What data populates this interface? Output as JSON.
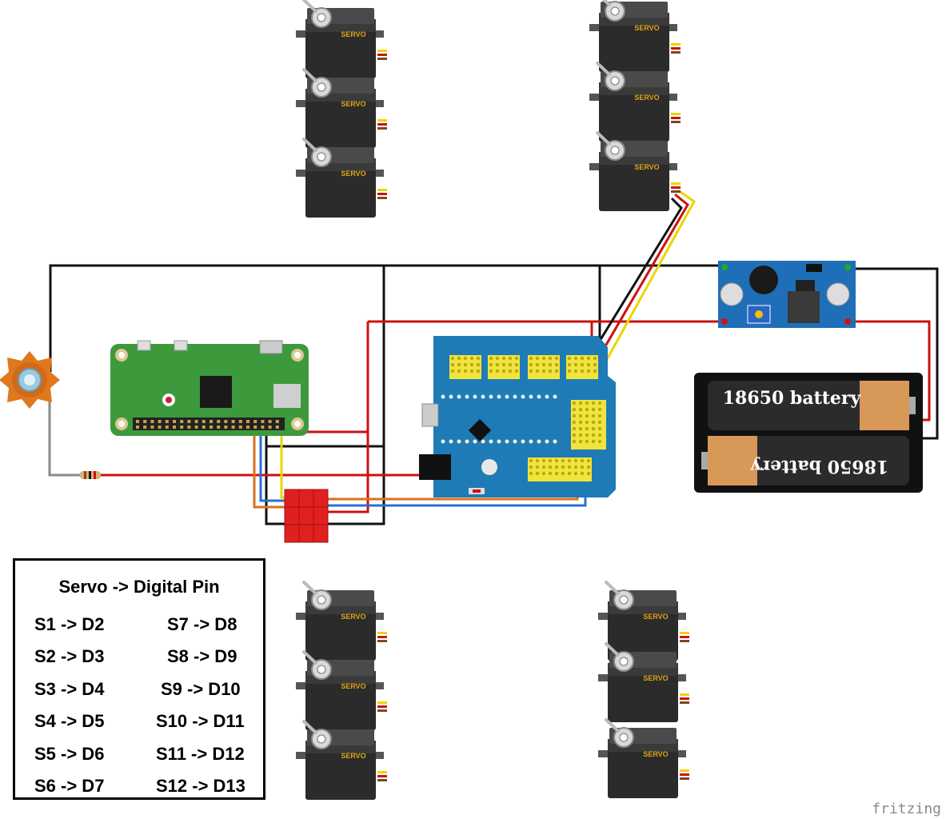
{
  "diagram": {
    "servo_label": "SERVO",
    "battery_labels": [
      "18650 battery",
      "18650 battery"
    ],
    "credit": "fritzing",
    "legend": {
      "title": "Servo -> Digital Pin",
      "left_column": [
        "S1 -> D2",
        "S2 -> D3",
        "S3 -> D4",
        "S4 -> D5",
        "S5 -> D6",
        "S6 -> D7"
      ],
      "right_column": [
        "S7 -> D8",
        "S8 -> D9",
        "S9 -> D10",
        "S10 -> D11",
        "S11 -> D12",
        "S12 -> D13"
      ]
    },
    "colors": {
      "wire_black": "#111111",
      "wire_red": "#cc1111",
      "wire_yellow": "#e8d600",
      "wire_orange": "#d9701e",
      "wire_blue": "#2a6fd6",
      "wire_grey": "#8a8a8a",
      "servo_body": "#2b2b2b",
      "servo_label": "#e0a31a",
      "pi_board": "#3c9a3c",
      "shield_board": "#1e7bb5",
      "header_yellow": "#f1e43a",
      "buck_board": "#1e6fb8",
      "battery_holder": "#111111",
      "connector_red": "#e02020",
      "led_star": "#e0781e"
    },
    "icons": [
      "servo-icon",
      "raspberry-pi-logo-icon",
      "led-star-icon",
      "resistor-icon",
      "battery-icon"
    ]
  }
}
